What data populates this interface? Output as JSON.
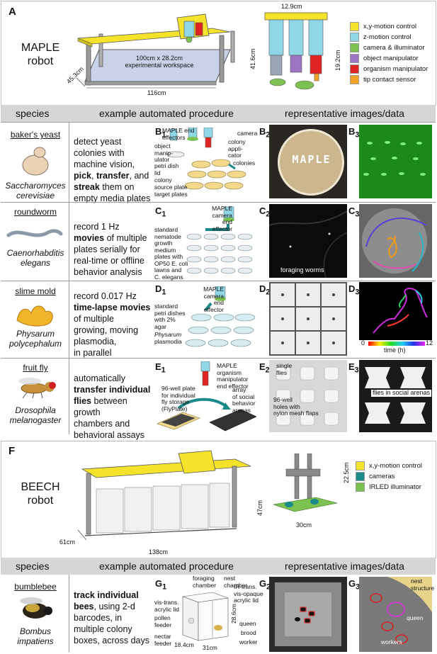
{
  "panel_a": {
    "letter": "A",
    "robot_name_1": "MAPLE",
    "robot_name_2": "robot",
    "workspace_1": "100cm x 28.2cm",
    "workspace_2": "experimental workspace",
    "dim_depth": "45.3cm",
    "dim_width": "116cm",
    "dim_height": "41.6cm",
    "head_width": "12.9cm",
    "head_height": "19.2cm",
    "legend": [
      {
        "label": "x,y-motion control",
        "color": "#f5e22a"
      },
      {
        "label": "z-motion control",
        "color": "#8fd6e6"
      },
      {
        "label": "camera & illuminator",
        "color": "#7cc251"
      },
      {
        "label": "object manipulator",
        "color": "#9b74c2"
      },
      {
        "label": "organism manipulator",
        "color": "#e02424"
      },
      {
        "label": "tip contact sensor",
        "color": "#f0a322"
      }
    ]
  },
  "header1": {
    "species": "species",
    "procedure": "example automated procedure",
    "images": "representative images/data"
  },
  "rows": [
    {
      "species": "baker's yeast",
      "latin_1": "Saccharomyces",
      "latin_2": "cerevisiae",
      "proc_lines": [
        "detect yeast",
        "colonies with",
        "machine vision,"
      ],
      "proc_bold_1": "pick",
      "proc_mid_1": ", ",
      "proc_bold_2": "transfer",
      "proc_mid_2": ", and",
      "proc_bold_3": "streak",
      "proc_tail": " them on",
      "proc_last": "empty media plates",
      "b1": "B",
      "b1_sub": "1",
      "b2": "B",
      "b2_sub": "2",
      "b3": "B",
      "b3_sub": "3",
      "labels": {
        "end_effectors_1": "MAPLE end",
        "end_effectors_2": "effectors",
        "camera": "camera",
        "colony_app_1": "colony",
        "colony_app_2": "appli-",
        "colony_app_3": "cator",
        "object_1": "object",
        "object_2": "manip-",
        "object_3": "ulator",
        "colonies": "colonies",
        "petri_1": "petri dish",
        "petri_2": "lid",
        "source_1": "colony",
        "source_2": "source plate",
        "target": "target plates"
      },
      "dish_text": "MAPLE"
    },
    {
      "species": "roundworm",
      "latin_1": "Caenorhabditis",
      "latin_2": "elegans",
      "proc_1": "record 1 Hz",
      "proc_bold": "movies",
      "proc_2": " of multiple",
      "proc_3": "plates serially for",
      "proc_4": "real-time or offline",
      "proc_5": "behavior analysis",
      "c1": "C",
      "c1_sub": "1",
      "c2": "C",
      "c2_sub": "2",
      "c3": "C",
      "c3_sub": "3",
      "labels": {
        "cam_1": "MAPLE",
        "cam_2": "camera",
        "cam_3": "end effector",
        "std_1": "standard",
        "std_2": "nematode",
        "std_3": "growth",
        "std_4": "medium",
        "std_5": "plates with",
        "std_6": "OP50 E. coli",
        "std_7": "lawns and",
        "std_8": "C. elegans"
      },
      "foraging": "foraging worms"
    },
    {
      "species": "slime mold",
      "latin_1": "Physarum",
      "latin_2": "polycephalum",
      "proc_1": "record 0.017 Hz",
      "proc_bold": "time-lapse movies",
      "proc_2": "of multiple",
      "proc_3": "growing, moving",
      "proc_4": "plasmodia,",
      "proc_5": "in parallel",
      "d1": "D",
      "d1_sub": "1",
      "d2": "D",
      "d2_sub": "2",
      "d3": "D",
      "d3_sub": "3",
      "labels": {
        "cam_1": "MAPLE",
        "cam_2": "camera",
        "cam_3": "end effector",
        "std_1": "standard",
        "std_2": "petri dishes",
        "std_3": "with 2%",
        "std_4": "agar",
        "plas_1": "Physarum",
        "plas_2": "plasmodia"
      },
      "colorbar_min": "0",
      "colorbar_label": "time (h)",
      "colorbar_max": "12"
    },
    {
      "species": "fruit fly",
      "latin_1": "Drosophila",
      "latin_2": "melanogaster",
      "proc_1": "automatically",
      "proc_bold_1": "transfer individual",
      "proc_bold_2": "flies",
      "proc_2": " between growth",
      "proc_3": "chambers and",
      "proc_4": "behavioral assays",
      "e1": "E",
      "e1_sub": "1",
      "e2": "E",
      "e2_sub": "2",
      "e3": "E",
      "e3_sub": "3",
      "labels": {
        "org_1": "MAPLE",
        "org_2": "organism",
        "org_3": "manipulator",
        "org_4": "end effector",
        "plate_1": "96-well plate",
        "plate_2": "for individual",
        "plate_3": "fly storage",
        "plate_4": "(FlyPlate)",
        "array_1": "array",
        "array_2": "of social",
        "array_3": "behavior",
        "array_4": "arenas",
        "single_1": "single",
        "single_2": "flies",
        "holes_1": "96-well",
        "holes_2": "holes with",
        "holes_3": "nylon mesh flaps",
        "arenas": "flies in social arenas"
      }
    }
  ],
  "panel_f": {
    "letter": "F",
    "robot_name_1": "BEECH",
    "robot_name_2": "robot",
    "dim_depth": "61cm",
    "dim_width": "138cm",
    "dim_height": "47cm",
    "head_height": "22.5cm",
    "head_width": "30cm",
    "legend": [
      {
        "label": "x,y-motion control",
        "color": "#f5e22a"
      },
      {
        "label": "cameras",
        "color": "#1a8a8a"
      },
      {
        "label": "IRLED illuminator",
        "color": "#7cc251"
      }
    ]
  },
  "header2": {
    "species": "species",
    "procedure": "example automated procedure",
    "images": "representative images/data"
  },
  "bee": {
    "species": "bumblebee",
    "latin_1": "Bombus",
    "latin_2": "impatiens",
    "proc_bold_1": "track individual",
    "proc_bold_2": "bees",
    "proc_1": ", using 2-d",
    "proc_2": "barcodes, in",
    "proc_3": "multiple colony",
    "proc_4": "boxes, across days",
    "g1": "G",
    "g1_sub": "1",
    "g2": "G",
    "g2_sub": "2",
    "g3": "G",
    "g3_sub": "3",
    "labels": {
      "forage_1": "foraging",
      "forage_2": "chamber",
      "nest_1": "nest",
      "nest_2": "chamber",
      "ir_1": "IR-trans.",
      "ir_2": "vis-opaque",
      "ir_3": "acrylic lid",
      "vis_1": "vis-trans.",
      "vis_2": "acrylic lid",
      "pollen_1": "pollen",
      "pollen_2": "feeder",
      "nectar_1": "nectar",
      "nectar_2": "feeder",
      "height": "28.6cm",
      "queen": "queen",
      "brood": "brood",
      "worker": "worker",
      "d1": "18.4cm",
      "d2": "31cm"
    },
    "g3_labels": {
      "nest_1": "nest",
      "nest_2": "structure",
      "queen": "queen",
      "workers": "workers"
    }
  }
}
